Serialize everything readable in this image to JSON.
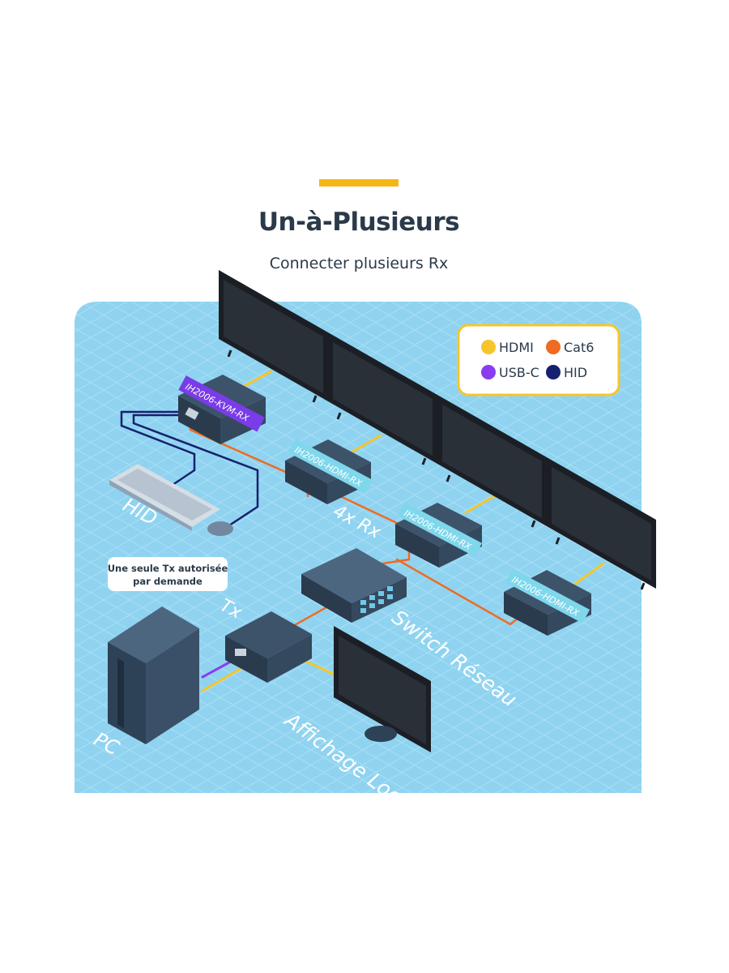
{
  "colors": {
    "accent": "#f7b614",
    "background": "#8fd3f0",
    "grid": "#a9def5",
    "title": "#2b3a4a",
    "hdmi": "#f7c52a",
    "cat6": "#ef6b21",
    "usbc": "#8a3cf0",
    "hid": "#16206e",
    "device": "#2e4257"
  },
  "header": {
    "title": "Un-à-Plusieurs",
    "subtitle": "Connecter plusieurs Rx"
  },
  "legend": {
    "items": [
      {
        "label": "HDMI",
        "color_key": "hdmi"
      },
      {
        "label": "Cat6",
        "color_key": "cat6"
      },
      {
        "label": "USB-C",
        "color_key": "usbc"
      },
      {
        "label": "HID",
        "color_key": "hid"
      }
    ]
  },
  "devices": {
    "kvm_rx": "IH2006-KVM-RX",
    "hdmi_rx_1": "IH2006-HDMI-RX",
    "hdmi_rx_2": "IH2006-HDMI-RX",
    "hdmi_rx_3": "IH2006-HDMI-RX"
  },
  "labels": {
    "hid": "HID",
    "rx_count": "4x Rx",
    "tx": "Tx",
    "switch": "Switch Réseau",
    "pc": "PC",
    "local_display": "Affichage Local"
  },
  "note": {
    "line1": "Une seule Tx autorisée",
    "line2": "par demande"
  }
}
